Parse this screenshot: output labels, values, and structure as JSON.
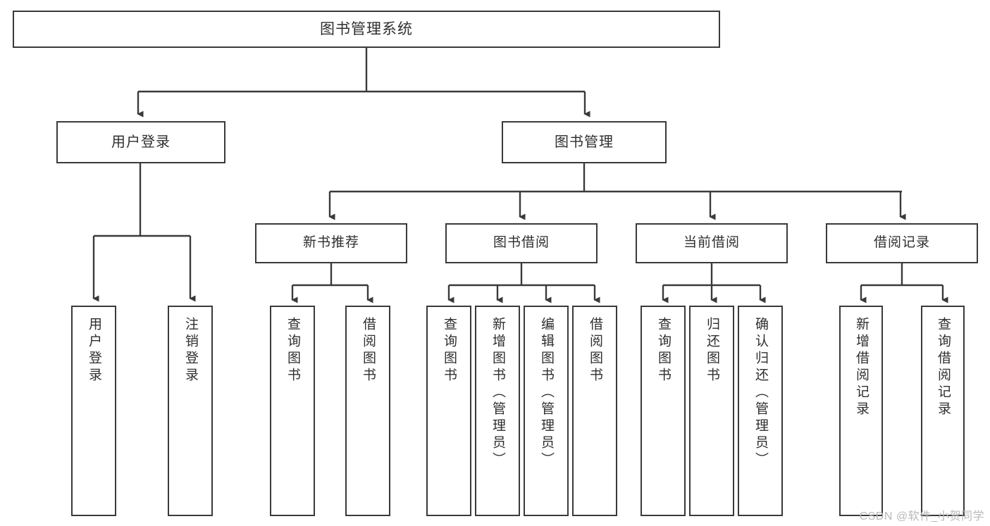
{
  "diagram": {
    "type": "tree-hierarchy-chart",
    "title": "图书管理系统",
    "stroke_color": "#3a3a3a",
    "text_color": "#2f2f2f",
    "background_color": "#ffffff"
  },
  "root": {
    "label": "图书管理系统"
  },
  "level1": [
    {
      "id": "user-login",
      "label": "用户登录"
    },
    {
      "id": "book-manage",
      "label": "图书管理"
    }
  ],
  "level2": [
    {
      "id": "new-book-recommend",
      "label": "新书推荐"
    },
    {
      "id": "book-borrow",
      "label": "图书借阅"
    },
    {
      "id": "current-borrow",
      "label": "当前借阅"
    },
    {
      "id": "borrow-record",
      "label": "借阅记录"
    }
  ],
  "leaves": {
    "user_login": [
      {
        "id": "leaf-user-login",
        "label": "用户登录"
      },
      {
        "id": "leaf-logout-login",
        "label": "注销登录"
      }
    ],
    "new_book_recommend": [
      {
        "id": "leaf-query-book-1",
        "label": "查询图书"
      },
      {
        "id": "leaf-borrow-book-1",
        "label": "借阅图书"
      }
    ],
    "book_borrow": [
      {
        "id": "leaf-query-book-2",
        "label": "查询图书"
      },
      {
        "id": "leaf-add-book-admin",
        "label": "新增图书（管理员）"
      },
      {
        "id": "leaf-edit-book-admin",
        "label": "编辑图书（管理员）"
      },
      {
        "id": "leaf-borrow-book-2",
        "label": "借阅图书"
      }
    ],
    "current_borrow": [
      {
        "id": "leaf-query-book-3",
        "label": "查询图书"
      },
      {
        "id": "leaf-return-book",
        "label": "归还图书"
      },
      {
        "id": "leaf-confirm-return-admin",
        "label": "确认归还（管理员）"
      }
    ],
    "borrow_record": [
      {
        "id": "leaf-add-borrow-record",
        "label": "新增借阅记录"
      },
      {
        "id": "leaf-query-borrow-record",
        "label": "查询借阅记录"
      }
    ]
  },
  "watermark": {
    "text": "CSDN @软件_小贺同学"
  }
}
